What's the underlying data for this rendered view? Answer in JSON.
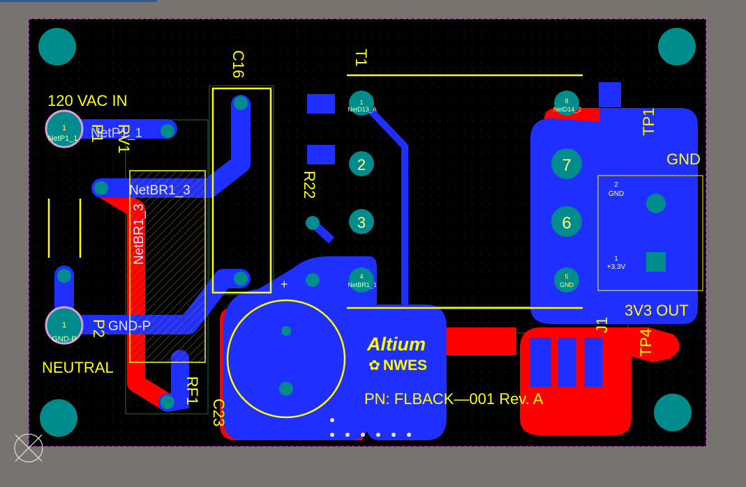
{
  "colors": {
    "workspace": "#777470",
    "board": "#000000",
    "top_copper": "#ff0000",
    "bottom_copper": "#1f2fff",
    "silkscreen": "#ffff00",
    "pad": "#008c8c",
    "mounting_hole": "#008c8c",
    "board_outline": "#c040c0",
    "keepout": "#2a6a2a",
    "pad_ring": "#d8a0d8",
    "tab_bar": "#3a5a8a"
  },
  "silkscreen": {
    "input_label": "120 VAC IN",
    "neutral_label": "NEUTRAL",
    "gnd_label": "GND",
    "output_label": "3V3 OUT",
    "part_number": "PN: FLBACK—001 Rev. A",
    "brand_altium": "Altium",
    "brand_nwes": "NWES",
    "plus_sign": "+"
  },
  "designators": {
    "c16": "C16",
    "t1": "T1",
    "r22": "R22",
    "rv1": "RV1",
    "p1": "P1",
    "p2": "P2",
    "rf1": "RF1",
    "c23": "C23",
    "tp1": "TP1",
    "tp4": "TP4",
    "j1": "J1"
  },
  "nets": {
    "netp1": "NetP1_1",
    "netbr1_3": "NetBR1_3",
    "netbr1_3_vertical": "NetBR1_3",
    "gnd_p": "GND-P"
  },
  "pads": {
    "p1_num": "1",
    "p1_net": "NetP1_1",
    "p2_num": "1",
    "p2_net": "GND-P",
    "t1_pin1_num": "1",
    "t1_pin1_net": "NetD13_A",
    "t1_pin2": "2",
    "t1_pin3": "3",
    "t1_pin4_num": "4",
    "t1_pin4_net": "NetBR1_1",
    "t1_pin5_num": "5",
    "t1_pin5_net": "GND",
    "t1_pin6": "6",
    "t1_pin7": "7",
    "t1_pin8_num": "8",
    "t1_pin8_net": "NetD14_2",
    "j1_pin1_num": "1",
    "j1_pin1_net": "+3.3V",
    "j1_pin2_num": "2",
    "j1_pin2_net": "GND"
  }
}
